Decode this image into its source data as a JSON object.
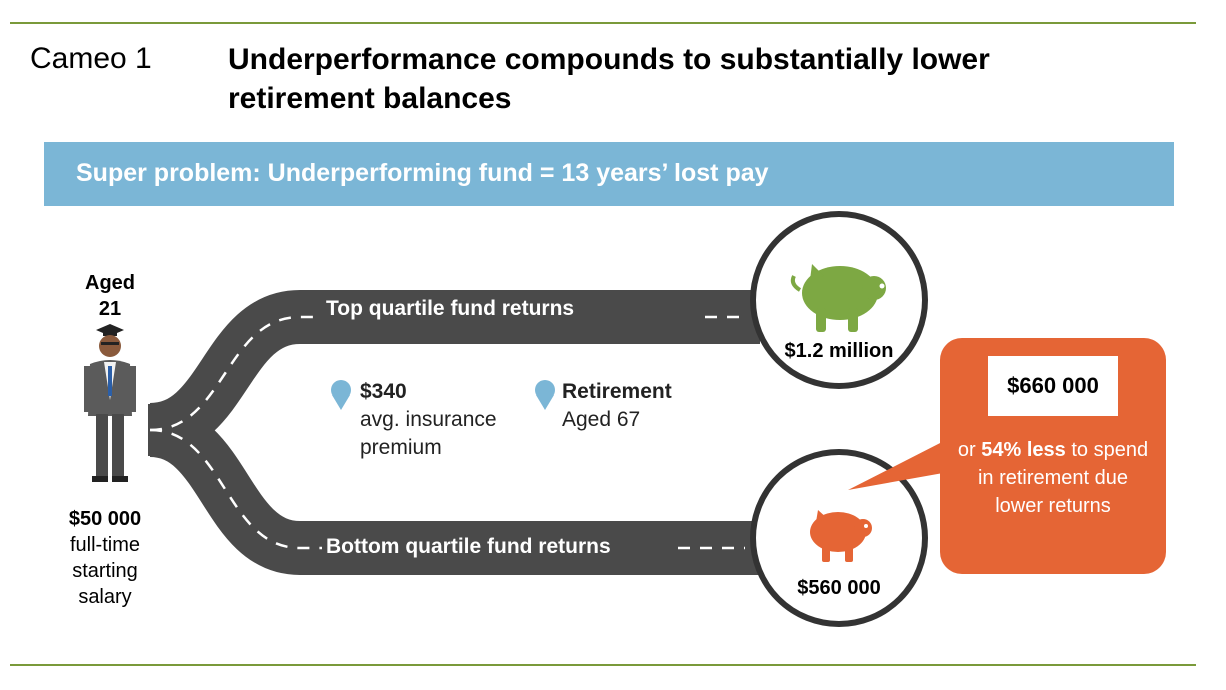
{
  "header": {
    "cameo_label": "Cameo 1",
    "title": "Underperformance compounds to substantially lower retirement balances"
  },
  "banner": {
    "text": "Super problem: Underperforming fund = 13 years’ lost pay"
  },
  "person": {
    "aged_label": "Aged",
    "aged_value": "21",
    "salary_value": "$50 000",
    "salary_lines": [
      "full-time",
      "starting",
      "salary"
    ]
  },
  "roads": {
    "top_label": "Top quartile fund returns",
    "bottom_label": "Bottom quartile fund returns"
  },
  "markers": {
    "premium": {
      "value": "$340",
      "line1": "avg. insurance",
      "line2": "premium"
    },
    "retirement": {
      "title": "Retirement",
      "detail": "Aged 67"
    }
  },
  "outcomes": {
    "top_amount": "$1.2 million",
    "bottom_amount": "$560 000"
  },
  "callout": {
    "value": "$660 000",
    "prefix": "or ",
    "highlight": "54% less",
    "suffix": " to spend in retirement due lower returns"
  },
  "colors": {
    "rule": "#7a9a3a",
    "banner": "#7bb6d6",
    "road": "#4a4a4a",
    "piggy_top": "#7da843",
    "piggy_bottom": "#e56535",
    "callout": "#e56535",
    "marker": "#7bb6d6"
  },
  "icons": [
    "person-graduate-icon",
    "piggy-bank-icon",
    "map-pin-icon"
  ]
}
